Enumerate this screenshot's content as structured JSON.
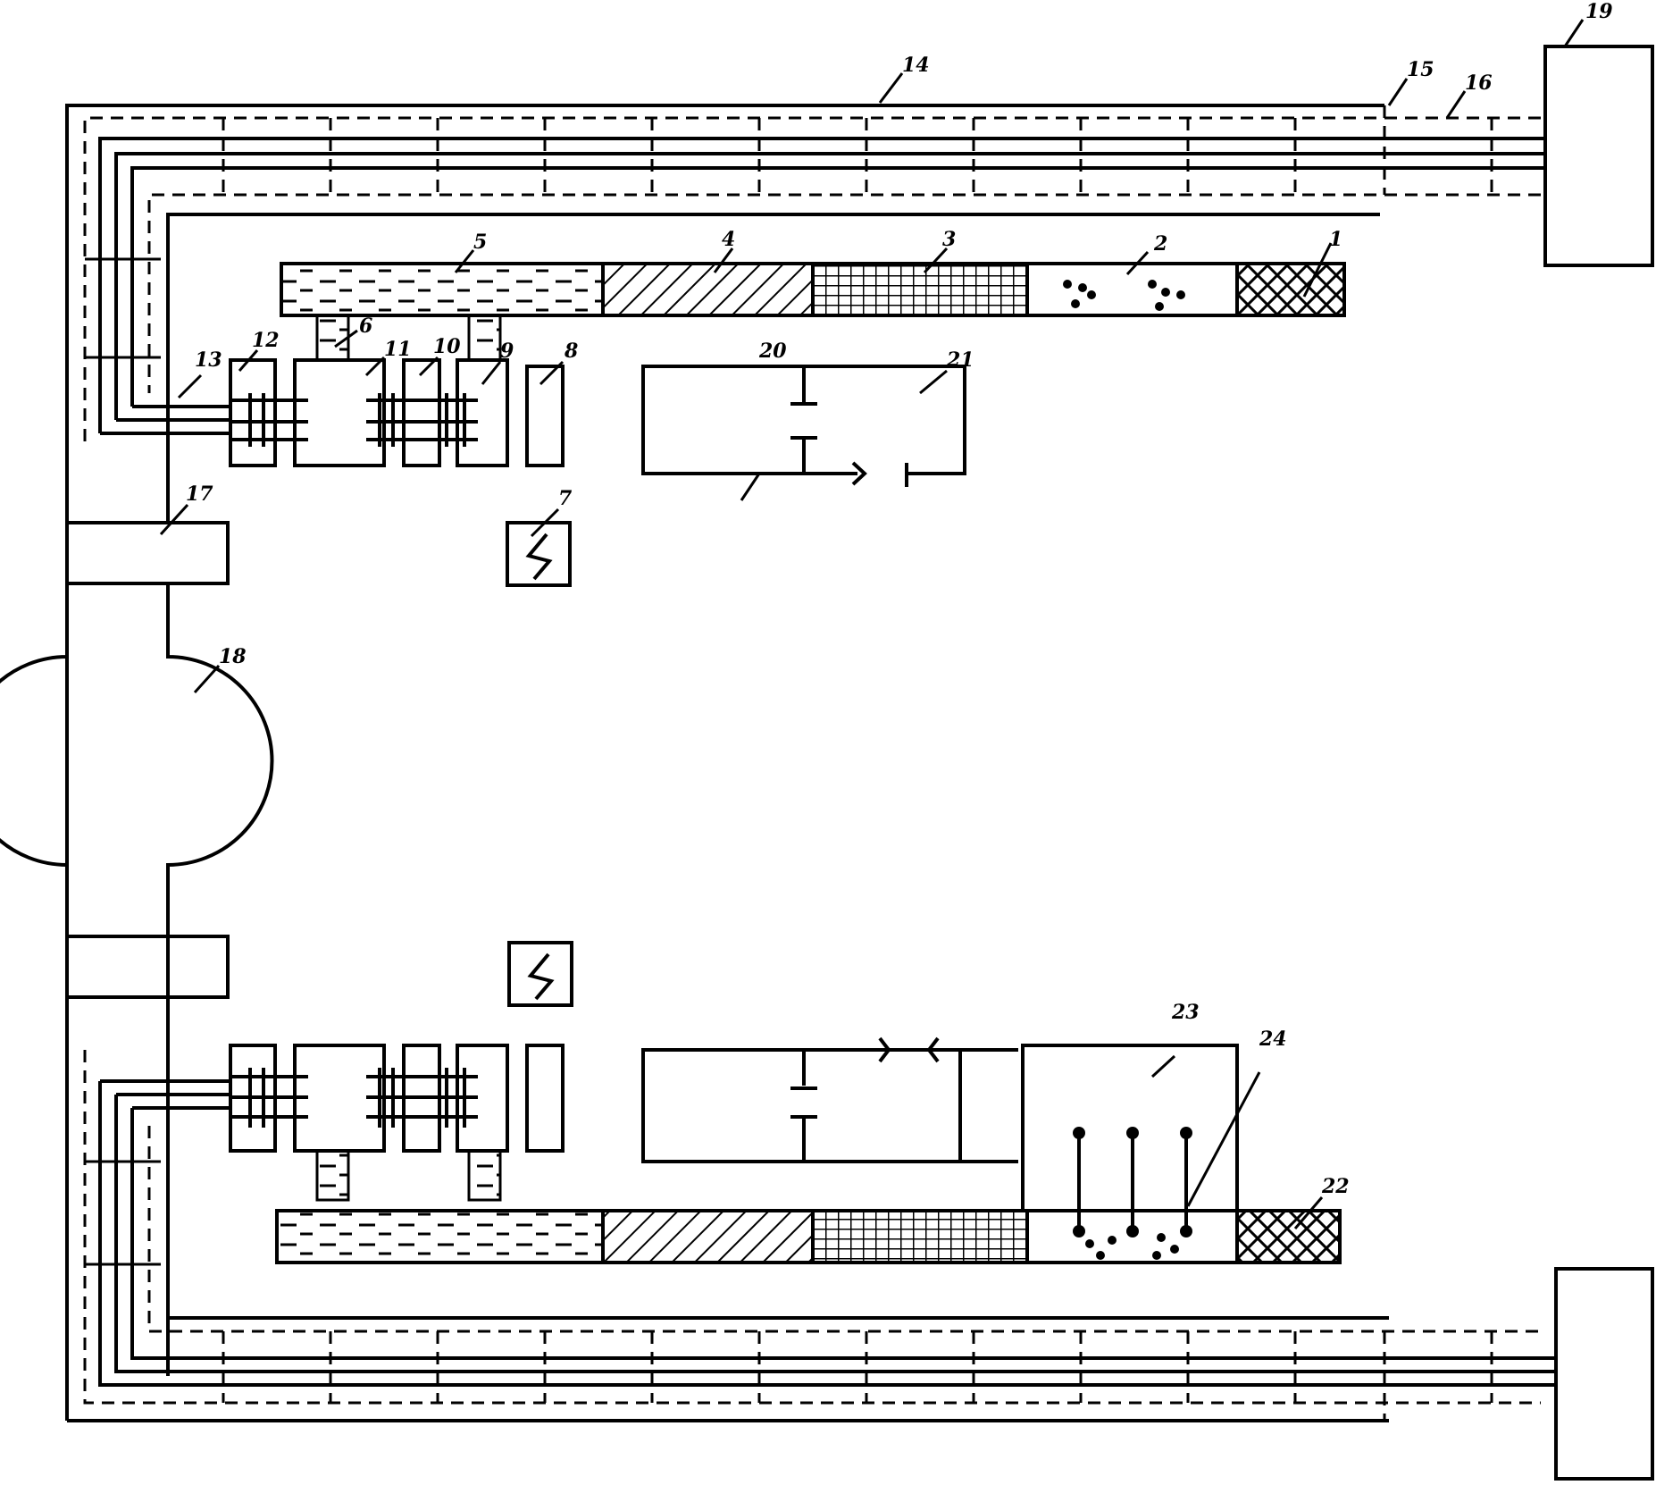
{
  "labels": {
    "n1": "1",
    "n2": "2",
    "n3": "3",
    "n4": "4",
    "n5": "5",
    "n6": "6",
    "n7": "7",
    "n8": "8",
    "n9": "9",
    "n10": "10",
    "n11": "11",
    "n12": "12",
    "n13": "13",
    "n14": "14",
    "n15": "15",
    "n16": "16",
    "n17": "17",
    "n18": "18",
    "n19": "19",
    "n20": "20",
    "n21": "21",
    "n22": "22",
    "n23": "23",
    "n24": "24"
  },
  "icons": {
    "power_symbol": "lightning-bolt"
  }
}
